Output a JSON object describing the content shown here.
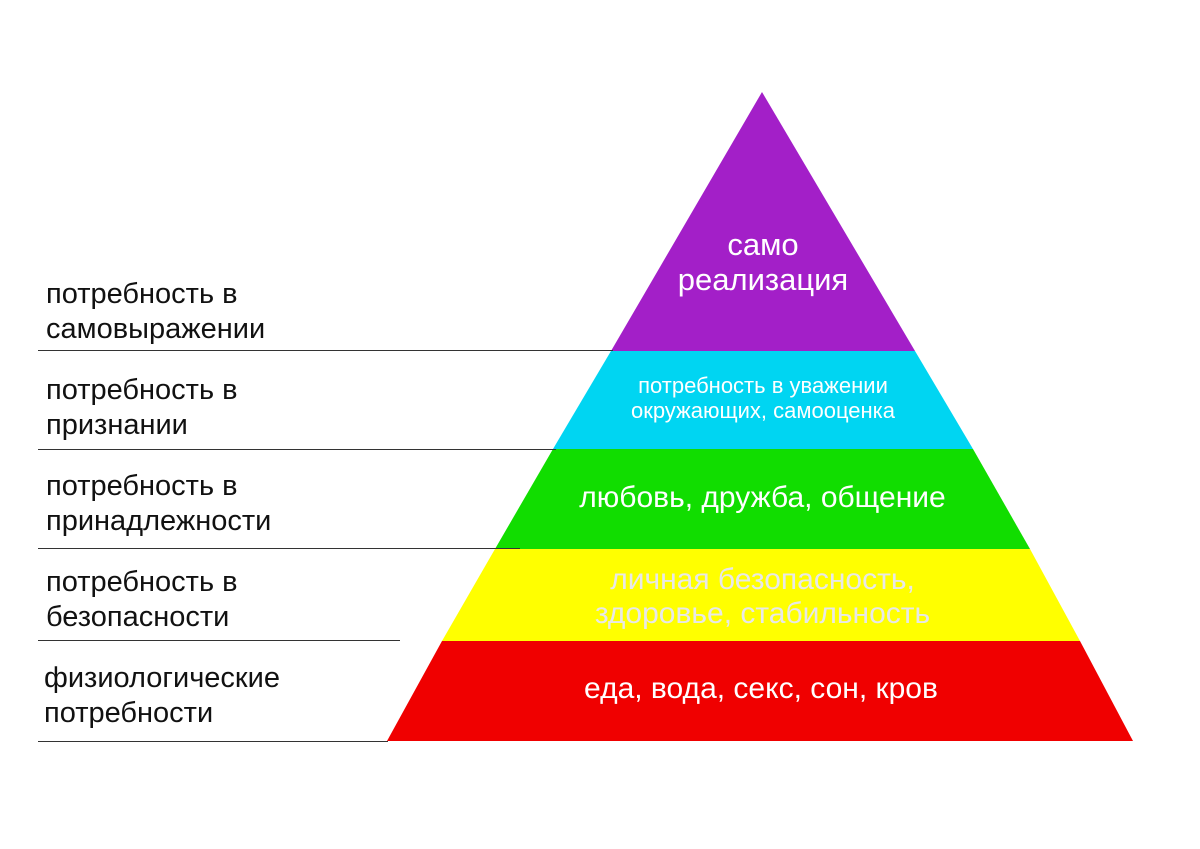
{
  "diagram": {
    "levels": [
      {
        "id": "self-actualization",
        "color": "#a31fc8",
        "inner_lines": [
          "само",
          "реализация"
        ],
        "side_lines": [
          "потребность в",
          "самовыражении"
        ]
      },
      {
        "id": "esteem",
        "color": "#00d5f2",
        "inner_lines": [
          "потребность в уважении",
          "окружающих, самооценка"
        ],
        "side_lines": [
          "потребность в",
          "признании"
        ]
      },
      {
        "id": "belonging",
        "color": "#11dd00",
        "inner_lines": [
          "любовь, дружба, общение"
        ],
        "side_lines": [
          "потребность в",
          "принадлежности"
        ]
      },
      {
        "id": "safety",
        "color": "#ffff00",
        "inner_lines": [
          "личная безопасность,",
          "здоровье, стабильность"
        ],
        "side_lines": [
          "потребность в",
          "безопасности"
        ]
      },
      {
        "id": "physiological",
        "color": "#f00000",
        "inner_lines": [
          "еда, вода, секс, сон, кров"
        ],
        "side_lines": [
          "физиологические",
          "потребности"
        ]
      }
    ]
  }
}
